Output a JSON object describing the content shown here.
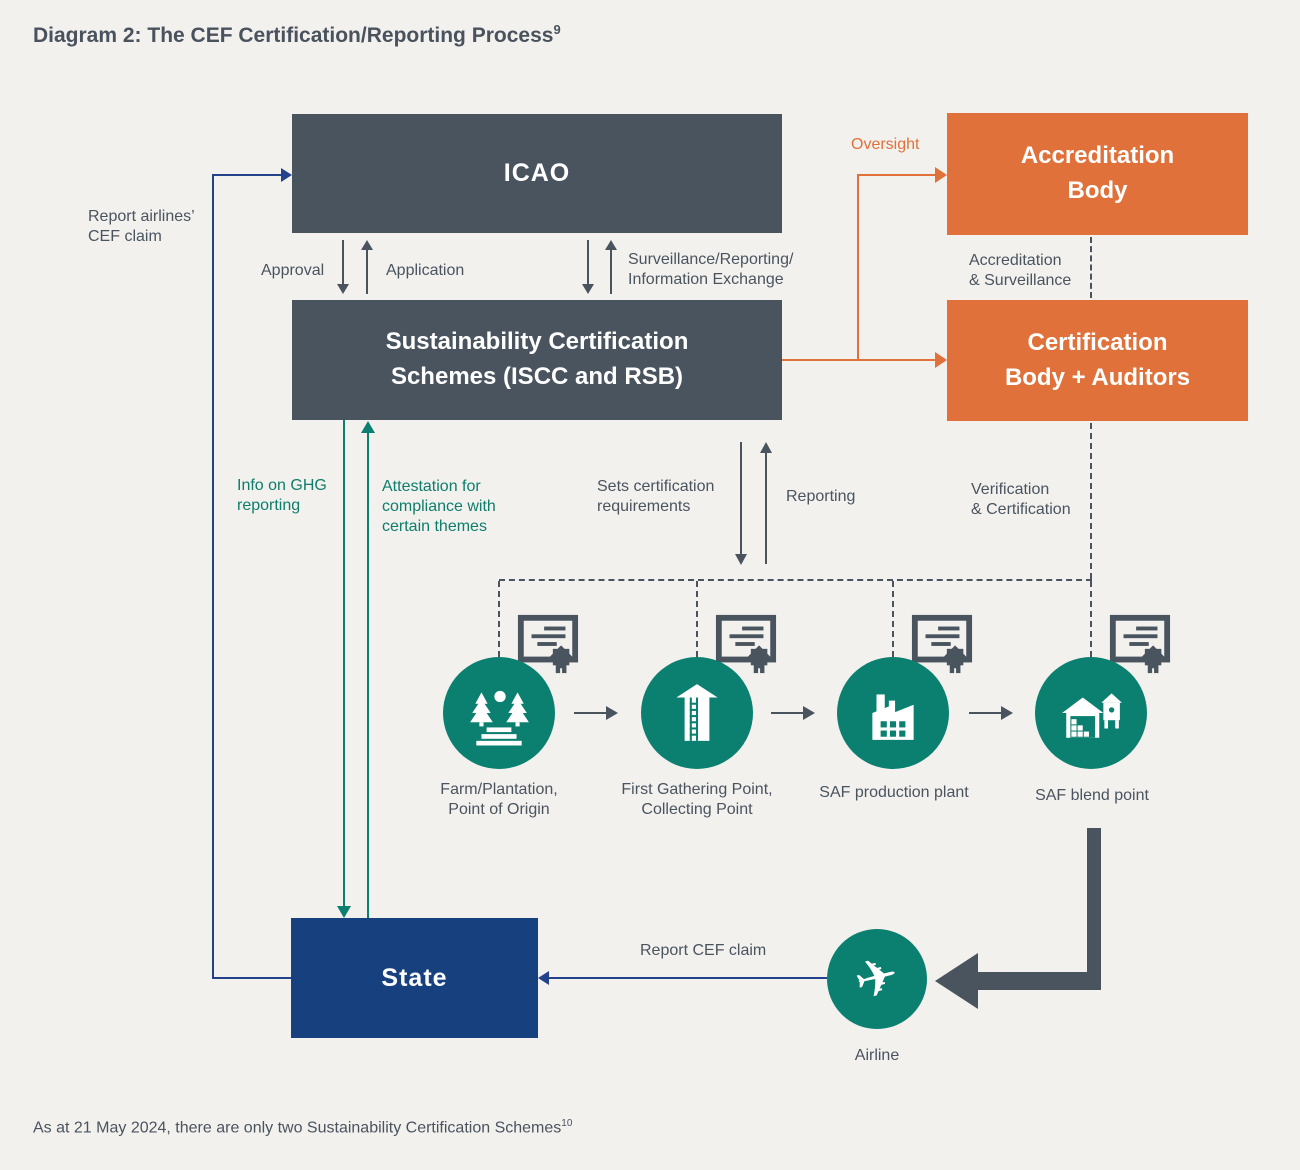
{
  "title": {
    "text": "Diagram 2: The CEF Certification/Reporting Process",
    "sup": "9"
  },
  "footnote": {
    "text": "As at 21 May 2024, there are only two Sustainability Certification Schemes",
    "sup": "10"
  },
  "boxes": {
    "icao": "ICAO",
    "accreditation_body": "Accreditation\nBody",
    "scs": "Sustainability Certification\nSchemes (ISCC and RSB)",
    "certification_body": "Certification\nBody + Auditors",
    "state": "State"
  },
  "labels": {
    "report_airlines_cef_claim": "Report airlines’\nCEF claim",
    "approval": "Approval",
    "application": "Application",
    "surveillance_reporting": "Surveillance/Reporting/\nInformation Exchange",
    "oversight": "Oversight",
    "accreditation_surveillance": "Accreditation\n& Surveillance",
    "info_on_ghg_reporting": "Info on GHG\nreporting",
    "attestation": "Attestation for\ncompliance with\ncertain themes",
    "sets_certification_requirements": "Sets certification\nrequirements",
    "reporting": "Reporting",
    "verification_certification": "Verification\n& Certification",
    "report_cef_claim": "Report CEF claim"
  },
  "supply_chain": [
    {
      "label": "Farm/Plantation,\nPoint of Origin",
      "icon": "farm-plantation-icon"
    },
    {
      "label": "First Gathering Point,\nCollecting Point",
      "icon": "gathering-point-icon"
    },
    {
      "label": "SAF production plant",
      "icon": "production-plant-icon"
    },
    {
      "label": "SAF blend point",
      "icon": "blend-point-icon"
    }
  ],
  "airline": {
    "label": "Airline",
    "icon": "airplane-icon",
    "glyph": "✈"
  },
  "colors": {
    "dark_gray": "#4a545f",
    "orange": "#e0713a",
    "teal": "#0c8070",
    "teal_text": "#0e7d6b",
    "navy_box": "#17407f",
    "blue_line": "#24428c",
    "background": "#f2f1ee"
  }
}
